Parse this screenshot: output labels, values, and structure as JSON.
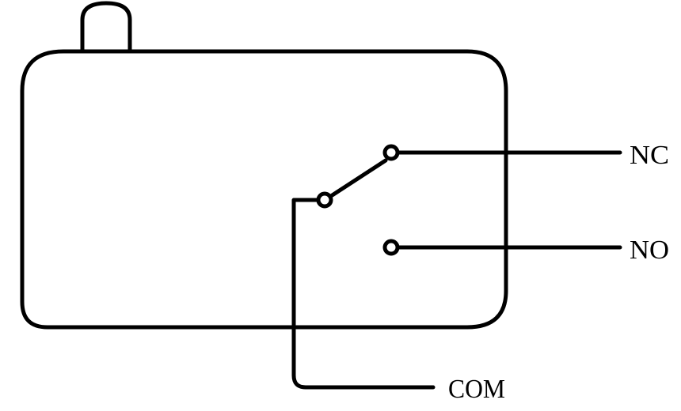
{
  "diagram": {
    "type": "relay-switch-schematic",
    "stroke_color": "#000000",
    "background": "#ffffff",
    "terminals": [
      {
        "id": "nc",
        "label": "NC"
      },
      {
        "id": "no",
        "label": "NO"
      },
      {
        "id": "com",
        "label": "COM"
      }
    ],
    "components": {
      "housing": "rounded-rectangle-body",
      "actuator": "top-button",
      "switch": "SPDT-contact (COM connected to NC)"
    }
  }
}
